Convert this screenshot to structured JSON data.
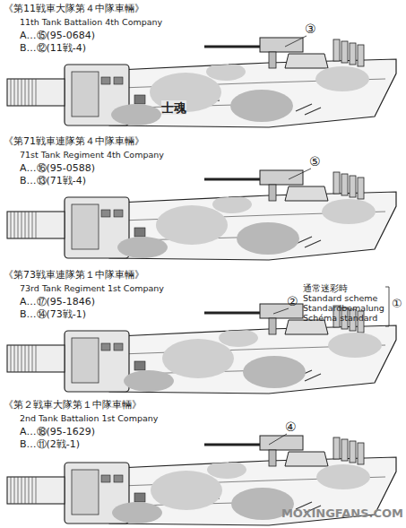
{
  "diagram": {
    "labels": [
      "《第11戦車大隊第４中隊車輛》",
      "11th Tank Battalion 4th Company",
      "A…⑮(95-0684)",
      "B…⑫(11戦-4)",
      "③",
      "士魂",
      "《第71戦車連隊第４中隊車輛》",
      "71st Tank Regiment 4th Company",
      "A…⑯(95-0588)",
      "B…⑬(71戦-4)",
      "⑤",
      "《第73戦車連隊第１中隊車輛》",
      "73rd Tank Regiment 1st Company",
      "A…⑰(95-1846)",
      "B…⑭(73戦-1)",
      "②",
      "通常迷彩時",
      "Standard scheme",
      "Standardbemalung",
      "Schéma standard",
      "①",
      "《第２戦車大隊第１中隊車輛》",
      "2nd Tank Battalion 1st Company",
      "A…⑱(95-1629)",
      "B…⑪(2戦-1)",
      "④",
      "MOXINGFANS.COM"
    ]
  }
}
